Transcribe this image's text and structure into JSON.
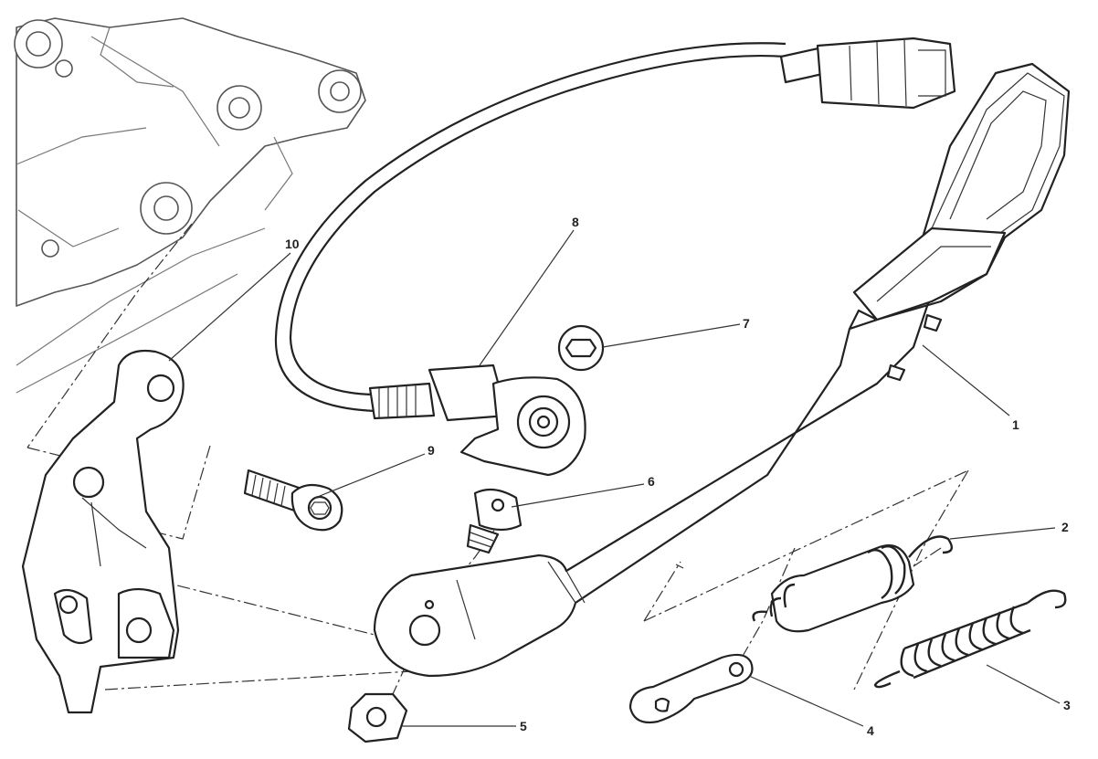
{
  "callouts": [
    {
      "id": "1",
      "label": "1",
      "part": "side-stand"
    },
    {
      "id": "2",
      "label": "2",
      "part": "inner-spring"
    },
    {
      "id": "3",
      "label": "3",
      "part": "outer-spring"
    },
    {
      "id": "4",
      "label": "4",
      "part": "spring-plate"
    },
    {
      "id": "5",
      "label": "5",
      "part": "nut"
    },
    {
      "id": "6",
      "label": "6",
      "part": "pivot-bolt"
    },
    {
      "id": "7",
      "label": "7",
      "part": "washer"
    },
    {
      "id": "8",
      "label": "8",
      "part": "side-stand-switch"
    },
    {
      "id": "9",
      "label": "9",
      "part": "screw"
    },
    {
      "id": "10",
      "label": "10",
      "part": "mounting-bracket"
    }
  ],
  "colors": {
    "line": "#222222",
    "background": "#ffffff"
  }
}
